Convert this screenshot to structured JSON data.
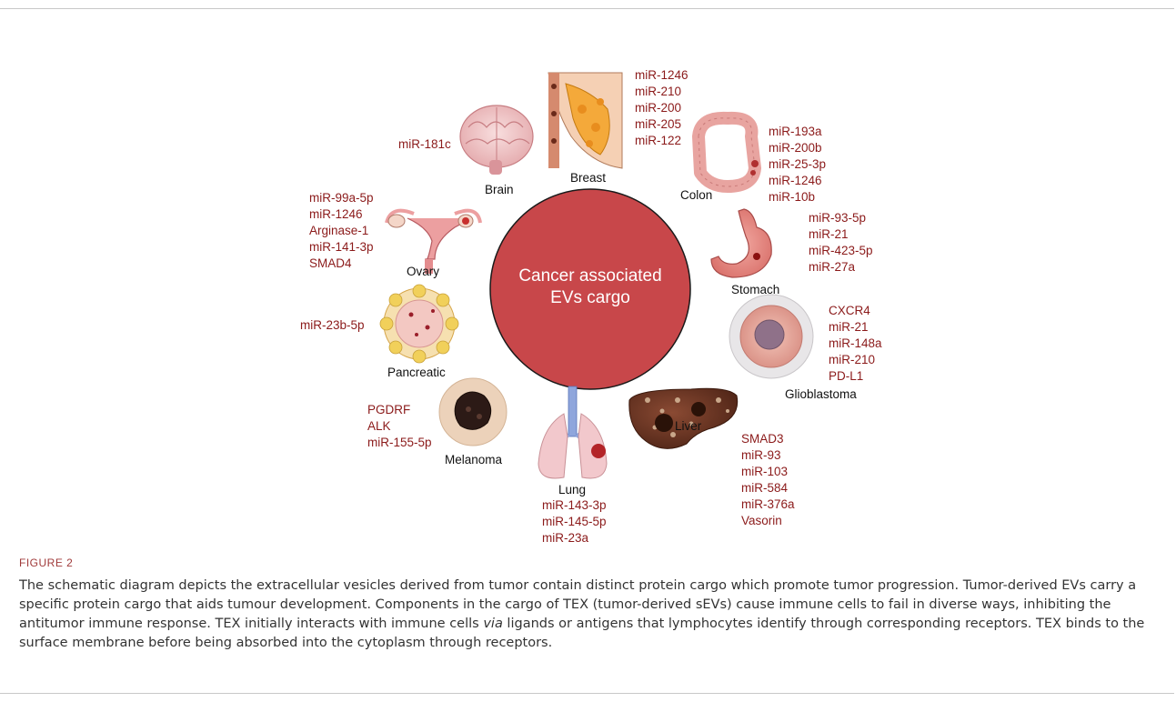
{
  "center": {
    "line1": "Cancer associated",
    "line2": "EVs cargo"
  },
  "organs": {
    "breast": {
      "name": "Breast",
      "cargo": [
        "miR-1246",
        "miR-210",
        "miR-200",
        "miR-205",
        "miR-122"
      ]
    },
    "colon": {
      "name": "Colon",
      "cargo": [
        "miR-193a",
        "miR-200b",
        "miR-25-3p",
        "miR-1246",
        "miR-10b"
      ]
    },
    "stomach": {
      "name": "Stomach",
      "cargo": [
        "miR-93-5p",
        "miR-21",
        "miR-423-5p",
        "miR-27a"
      ]
    },
    "glioblastoma": {
      "name": "Glioblastoma",
      "cargo": [
        "CXCR4",
        "miR-21",
        "miR-148a",
        "miR-210",
        "PD-L1"
      ]
    },
    "liver": {
      "name": "Liver",
      "cargo": [
        "SMAD3",
        "miR-93",
        "miR-103",
        "miR-584",
        "miR-376a",
        "Vasorin"
      ]
    },
    "lung": {
      "name": "Lung",
      "cargo": [
        "miR-143-3p",
        "miR-145-5p",
        "miR-23a"
      ]
    },
    "melanoma": {
      "name": "Melanoma",
      "cargo": [
        "PGDRF",
        "ALK",
        "miR-155-5p"
      ]
    },
    "pancreatic": {
      "name": "Pancreatic",
      "cargo": [
        "miR-23b-5p"
      ]
    },
    "ovary": {
      "name": "Ovary",
      "cargo": [
        "miR-99a-5p",
        "miR-1246",
        "Arginase-1",
        "miR-141-3p",
        "SMAD4"
      ]
    },
    "brain": {
      "name": "Brain",
      "cargo": [
        "miR-181c"
      ]
    }
  },
  "figure": {
    "label": "FIGURE 2",
    "caption_before_via": "The schematic diagram depicts the extracellular vesicles derived from tumor contain distinct protein cargo which promote tumor progression. Tumor-derived EVs carry a specific protein cargo that aids tumour development. Components in the cargo of TEX (tumor-derived sEVs) cause immune cells to fail in diverse ways, inhibiting the antitumor immune response. TEX initially interacts with immune cells ",
    "caption_via": "via",
    "caption_after_via": " ligands or antigens that lymphocytes identify through corresponding receptors. TEX binds to the surface membrane before being absorbed into the cytoplasm through receptors."
  },
  "colors": {
    "center_fill": "#c8474a",
    "center_stroke": "#1a1a1a",
    "cargo_text": "#8b1a1a",
    "label_text": "#111111",
    "figure_label": "#a03a3a"
  }
}
